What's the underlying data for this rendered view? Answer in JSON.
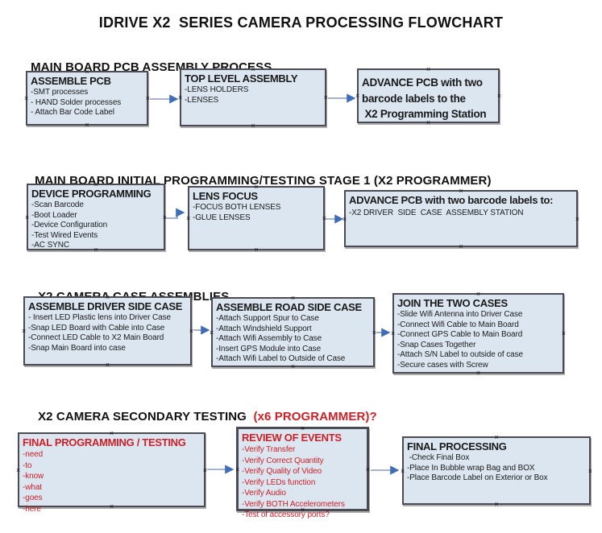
{
  "title": "IDRIVE X2  SERIES CAMERA PROCESSING FLOWCHART",
  "handle_glyph": "×",
  "colors": {
    "box_fill": "#dce6f1",
    "box_border": "#4b4b53",
    "arrow_line": "#8999bd",
    "arrow_head": "#3f6db8",
    "red_text": "#cc2027",
    "black_text": "#1a1a1a"
  },
  "sections": [
    {
      "heading": "MAIN BOARD PCB ASSEMBLY PROCESS"
    },
    {
      "heading": "MAIN BOARD INITIAL PROGRAMMING/TESTING STAGE 1 (X2 PROGRAMMER)"
    },
    {
      "heading": "X2 CAMERA CASE ASSEMBLIES"
    },
    {
      "heading": "X2 CAMERA SECONDARY TESTING  ",
      "heading_red": "(x6 PROGRAMMER)?"
    }
  ],
  "boxes": [
    {
      "title": "ASSEMBLE PCB",
      "items": [
        "-SMT processes",
        "- HAND Solder processes",
        "- Attach Bar Code Label"
      ]
    },
    {
      "title": "TOP LEVEL ASSEMBLY",
      "items": [
        "-LENS HOLDERS",
        "-LENSES"
      ]
    },
    {
      "lines": [
        "ADVANCE PCB with two",
        "barcode labels to the",
        " X2 Programming Station"
      ]
    },
    {
      "title": "DEVICE PROGRAMMING",
      "items": [
        "-Scan Barcode",
        "-Boot Loader",
        "-Device Configuration",
        "-Test Wired Events",
        "-AC SYNC"
      ]
    },
    {
      "title": "LENS FOCUS",
      "items": [
        "-FOCUS BOTH LENSES",
        "-GLUE LENSES"
      ]
    },
    {
      "title": "ADVANCE PCB with two barcode labels to:",
      "items": [
        "-X2 DRIVER  SIDE  CASE  ASSEMBLY STATION"
      ]
    },
    {
      "title": "ASSEMBLE DRIVER SIDE CASE",
      "items": [
        "- Insert LED Plastic lens into Driver Case",
        "-Snap LED Board with Cable into Case",
        "-Connect LED Cable to X2 Main Board",
        "-Snap Main Board into case"
      ]
    },
    {
      "title": "ASSEMBLE ROAD SIDE CASE",
      "items": [
        "-Attach Support Spur to Case",
        "-Attach Windshield Support",
        "-Attach Wifi Assembly to Case",
        "-Insert GPS Module into Case",
        "-Attach Wifi Label to Outside of Case"
      ]
    },
    {
      "title": "JOIN THE TWO CASES",
      "items": [
        "-Slide Wifi Antenna into Driver Case",
        "-Connect Wifi Cable to Main Board",
        "-Connect GPS Cable to Main Board",
        "-Snap Cases Together",
        "-Attach S/N Label to outside of case",
        "-Secure cases with Screw"
      ]
    },
    {
      "title": "FINAL PROGRAMMING / TESTING",
      "items": [
        "-need",
        "-to",
        "-know",
        "-what",
        "-goes",
        "-here"
      ]
    },
    {
      "title": "REVIEW OF EVENTS",
      "items": [
        "-Verify Transfer",
        "-Verify Correct Quantity",
        "-Verify Quality of Video",
        "-Verify LEDs function",
        "-Verify Audio",
        "-Verify BOTH Accelerometers",
        "-Test of accessory ports?"
      ]
    },
    {
      "title": "FINAL PROCESSING",
      "items": [
        " -Check Final Box",
        "-Place In Bubble wrap Bag and BOX",
        "-Place Barcode Label on Exterior or Box"
      ]
    }
  ]
}
